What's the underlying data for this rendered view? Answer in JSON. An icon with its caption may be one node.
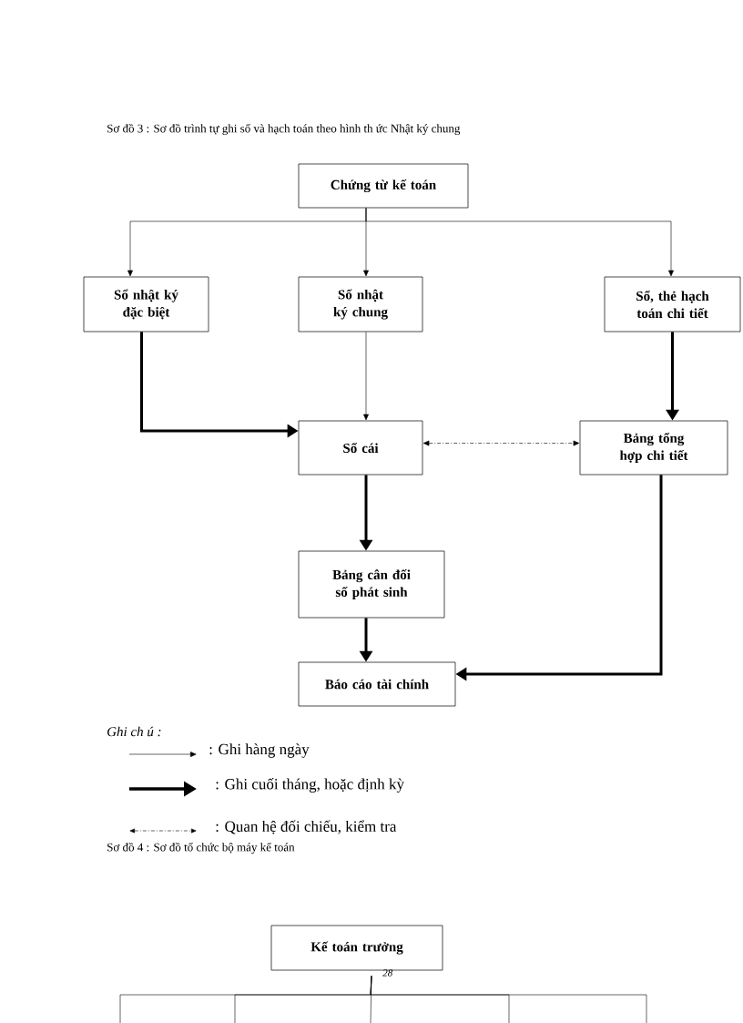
{
  "diagram": {
    "title": "Sơ đồ 3 : Sơ đồ trình  tự ghi  sổ và hạch  toán theo  hình  th ức Nhật ký chung",
    "nodes": [
      {
        "text": [
          "Chứng từ kế toán"
        ]
      },
      {
        "text": [
          "Sổ nhật ký đặc biệt"
        ]
      },
      {
        "text": [
          "Sổ nhật ký chung"
        ]
      },
      {
        "text": [
          "Sổ, thẻ hạch toán chi tiết"
        ]
      },
      {
        "text": [
          "Sổ cái"
        ]
      },
      {
        "text": [
          "Bảng tổng hợp chi tiết"
        ]
      },
      {
        "text": [
          "Bảng cân đối số phát sinh"
        ]
      },
      {
        "text": [
          "Báo cáo tài chính"
        ]
      },
      {
        "text": [
          "Kế toán trưởng"
        ]
      }
    ],
    "edges": [
      {
        "from": 0,
        "to": 1,
        "arrow": "to"
      },
      {
        "from": 0,
        "to": 2,
        "arrow": "to"
      },
      {
        "from": 0,
        "to": 3,
        "arrow": "to"
      },
      {
        "from": 1,
        "to": 4,
        "arrow": "to",
        "style": "thick"
      },
      {
        "from": 2,
        "to": 4,
        "arrow": "to"
      },
      {
        "from": 3,
        "to": 5,
        "arrow": "to",
        "style": "thick"
      },
      {
        "from": 4,
        "to": 5,
        "arrow": "both",
        "style": "dashed"
      },
      {
        "from": 4,
        "to": 6,
        "arrow": "to",
        "style": "thick"
      },
      {
        "from": 6,
        "to": 7,
        "arrow": "to",
        "style": "thick"
      },
      {
        "from": 5,
        "to": 7,
        "arrow": "to",
        "style": "thick"
      },
      {
        "from": 8,
        "to": null,
        "arrow": "none"
      },
      {
        "from": 8,
        "to": null,
        "arrow": "none"
      },
      {
        "from": 8,
        "to": null,
        "arrow": "none"
      },
      {
        "from": 8,
        "to": null,
        "arrow": "none"
      },
      {
        "from": 8,
        "to": null,
        "arrow": "none"
      }
    ],
    "labels": [
      "Ghi ch ú :",
      "Sơ đồ 4 : Sơ đồ tổ chức bộ máy kế toán",
      "28"
    ],
    "legend": [
      {
        "text": ": Ghi hàng ngày"
      },
      {
        "text": ": Ghi cuối tháng, hoặc định kỳ"
      },
      {
        "text": ": Quan hệ đối chiếu, kiểm  tra"
      }
    ]
  }
}
